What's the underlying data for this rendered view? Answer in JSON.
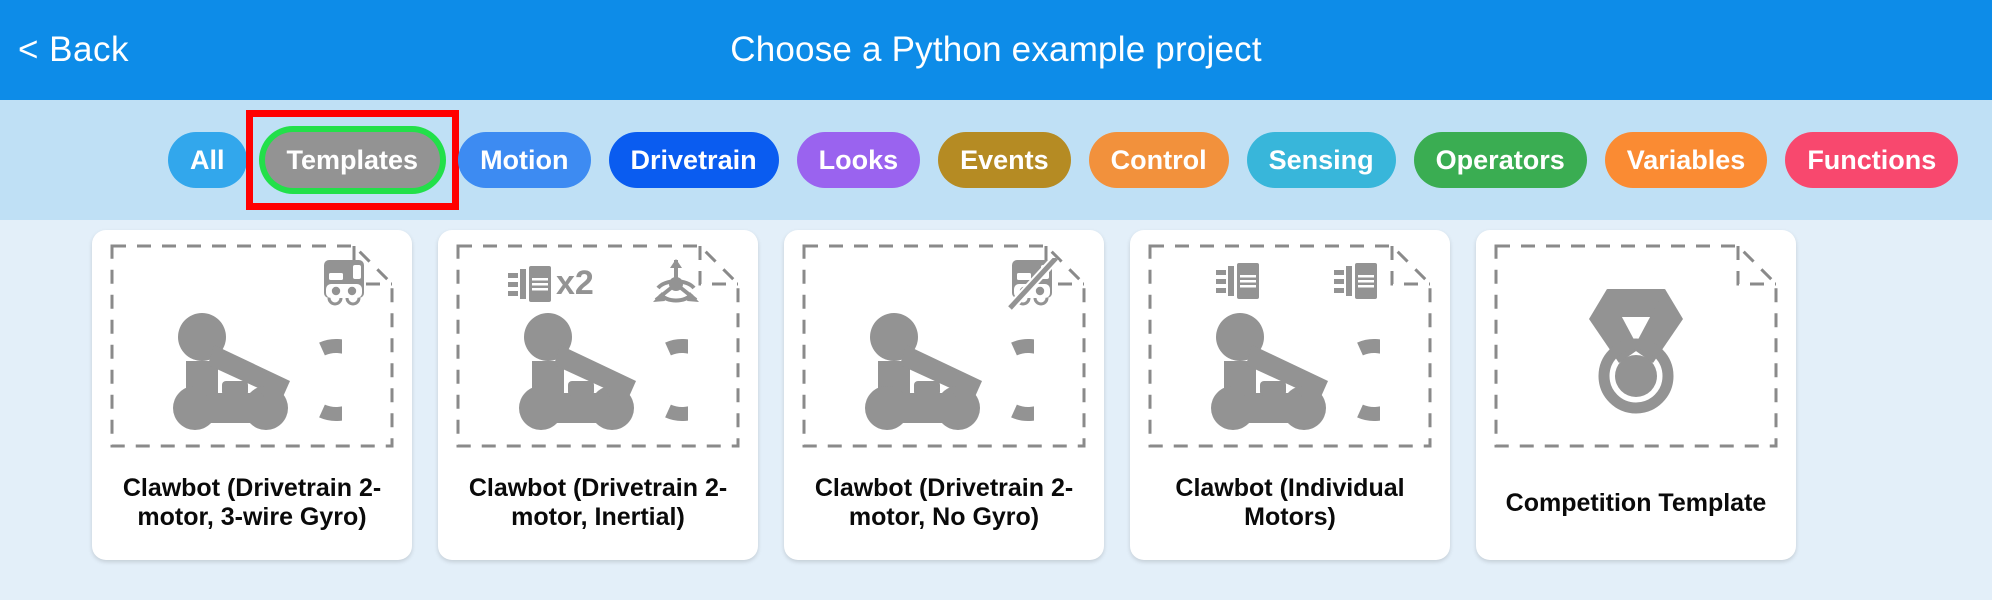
{
  "header": {
    "back_label": "< Back",
    "title": "Choose a Python example project",
    "bg_color": "#0d8ce8"
  },
  "filter_bar": {
    "bg_color": "#bfe0f5",
    "selected": "Templates",
    "annotation": {
      "box_color": "#ff0000",
      "highlight_ring_color": "#22e04a"
    },
    "pills": [
      {
        "label": "All",
        "color": "#32a7ec",
        "selected": false
      },
      {
        "label": "Templates",
        "color": "#939393",
        "selected": true
      },
      {
        "label": "Motion",
        "color": "#3d8bf2",
        "selected": false
      },
      {
        "label": "Drivetrain",
        "color": "#0a5cf0",
        "selected": false
      },
      {
        "label": "Looks",
        "color": "#9a63ef",
        "selected": false
      },
      {
        "label": "Events",
        "color": "#b58b23",
        "selected": false
      },
      {
        "label": "Control",
        "color": "#f2913c",
        "selected": false
      },
      {
        "label": "Sensing",
        "color": "#38b6da",
        "selected": false
      },
      {
        "label": "Operators",
        "color": "#3aad52",
        "selected": false
      },
      {
        "label": "Variables",
        "color": "#fa8b33",
        "selected": false
      },
      {
        "label": "Functions",
        "color": "#f8486e",
        "selected": false
      }
    ]
  },
  "content": {
    "bg_color": "#e3eff9",
    "cards": [
      {
        "title": "Clawbot (Drivetrain 2-motor, 3-wire Gyro)",
        "icons": [
          "gyro-3wire-icon",
          "clawbot-robot-icon"
        ]
      },
      {
        "title": "Clawbot (Drivetrain 2-motor, Inertial)",
        "icons": [
          "motor-icon",
          "x2-multiplier-label",
          "inertial-sensor-icon",
          "clawbot-robot-icon"
        ],
        "multiplier": "x2"
      },
      {
        "title": "Clawbot (Drivetrain 2-motor, No Gyro)",
        "icons": [
          "gyro-disabled-icon",
          "clawbot-robot-icon"
        ]
      },
      {
        "title": "Clawbot (Individual Motors)",
        "icons": [
          "motor-icon",
          "motor-icon",
          "clawbot-robot-icon"
        ]
      },
      {
        "title": "Competition Template",
        "icons": [
          "medal-icon"
        ]
      }
    ]
  }
}
